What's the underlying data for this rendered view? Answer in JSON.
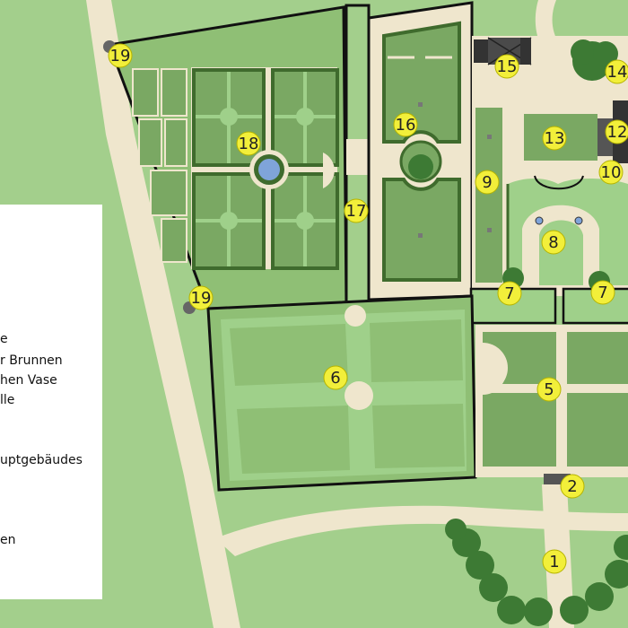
{
  "colors": {
    "meadow": "#a3cf8c",
    "path": "#efe6cd",
    "parterre": "#7aa863",
    "parterre_dark": "#3f6b2d",
    "lawn": "#8fbf75",
    "lawn_light": "#9fd08a",
    "tree": "#3d7a34",
    "marker_fill": "#f2ef3a",
    "marker_stroke": "#b5b300",
    "water": "#7fa4d9",
    "building": "#555555",
    "outline": "#111111"
  },
  "markers": [
    "19",
    "15",
    "14",
    "18",
    "16",
    "13",
    "12",
    "10",
    "9",
    "17",
    "8",
    "19",
    "7",
    "7",
    "6",
    "5",
    "2",
    "1"
  ],
  "legend": {
    "lines": [
      "e",
      "r Brunnen",
      "hen Vase",
      "lle",
      "uptgebäudes",
      "en"
    ]
  }
}
